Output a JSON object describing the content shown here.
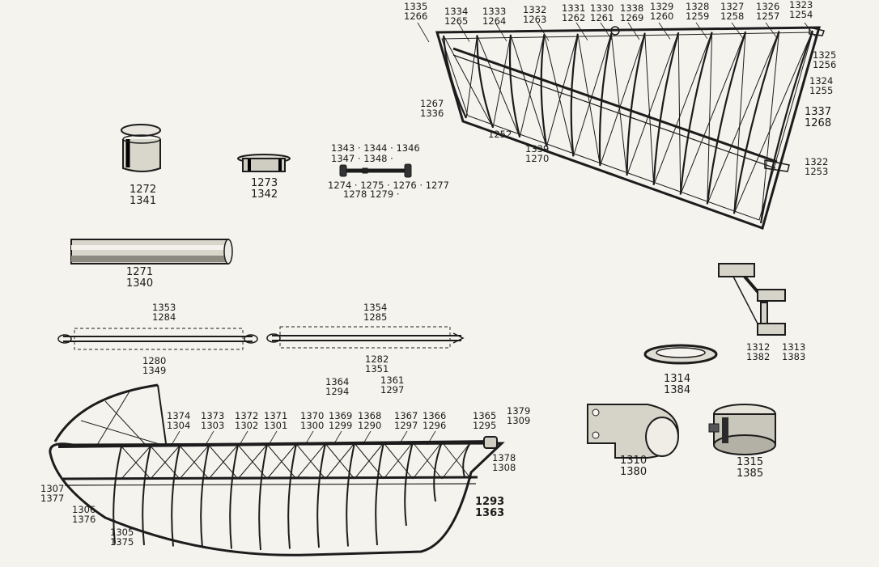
{
  "colors": {
    "ink": "#1c1c1c",
    "paper": "#f4f3ee"
  },
  "upper_wing": {
    "top_labels": [
      [
        "1335",
        "1266"
      ],
      [
        "1334",
        "1265"
      ],
      [
        "1333",
        "1264"
      ],
      [
        "1332",
        "1263"
      ],
      [
        "1331",
        "1262"
      ],
      [
        "1330",
        "1261"
      ],
      [
        "1338",
        "1269"
      ],
      [
        "1329",
        "1260"
      ],
      [
        "1328",
        "1259"
      ],
      [
        "1327",
        "1258"
      ],
      [
        "1326",
        "1257"
      ],
      [
        "1323",
        "1254"
      ]
    ],
    "side_labels": [
      [
        "1325",
        "1256"
      ],
      [
        "1324",
        "1255"
      ],
      [
        "1337",
        "1268"
      ],
      [
        "1322",
        "1253"
      ]
    ],
    "left_label": [
      "1267",
      "1336"
    ],
    "center_label": "1252",
    "spar_label": [
      "1339",
      "1270"
    ]
  },
  "parts": {
    "bushing_tall": [
      "1272",
      "1341"
    ],
    "bushing_flange": [
      "1273",
      "1342"
    ],
    "bolt_a": "1343 · 1344 · 1346",
    "bolt_b": "1347 · 1348 ·",
    "bolt_c": "1274 · 1275 · 1276 · 1277",
    "bolt_d": "1278    1279 ·",
    "tube": [
      "1271",
      "1340"
    ],
    "strut_left_top": [
      "1353",
      "1284"
    ],
    "strut_left_bottom": [
      "1280",
      "1349"
    ],
    "strut_right_top": [
      "1354",
      "1285"
    ],
    "strut_right_bottom": [
      "1282",
      "1351"
    ],
    "bracket_pair": [
      "1312",
      "1382",
      "1313",
      "1383"
    ],
    "ring_flat": [
      "1314",
      "1384"
    ],
    "clamp": [
      "1310",
      "1380"
    ],
    "collar": [
      "1315",
      "1385"
    ]
  },
  "lower_wing": {
    "top_labels": [
      [
        "1374",
        "1304"
      ],
      [
        "1373",
        "1303"
      ],
      [
        "1372",
        "1302"
      ],
      [
        "1371",
        "1301"
      ],
      [
        "1370",
        "1300"
      ],
      [
        "1369",
        "1299"
      ],
      [
        "1368",
        "1290"
      ],
      [
        "1367",
        "1297"
      ],
      [
        "1366",
        "1296"
      ],
      [
        "1365",
        "1295"
      ]
    ],
    "upper_labels": [
      [
        "1364",
        "1294"
      ],
      [
        "1361",
        "1297"
      ]
    ],
    "right_labels": [
      [
        "1379",
        "1309"
      ],
      [
        "1378",
        "1308"
      ]
    ],
    "bold_label": [
      "1293",
      "1363"
    ],
    "left_labels": [
      [
        "1307",
        "1377"
      ],
      [
        "1306",
        "1376"
      ],
      [
        "1305",
        "1375"
      ]
    ]
  }
}
